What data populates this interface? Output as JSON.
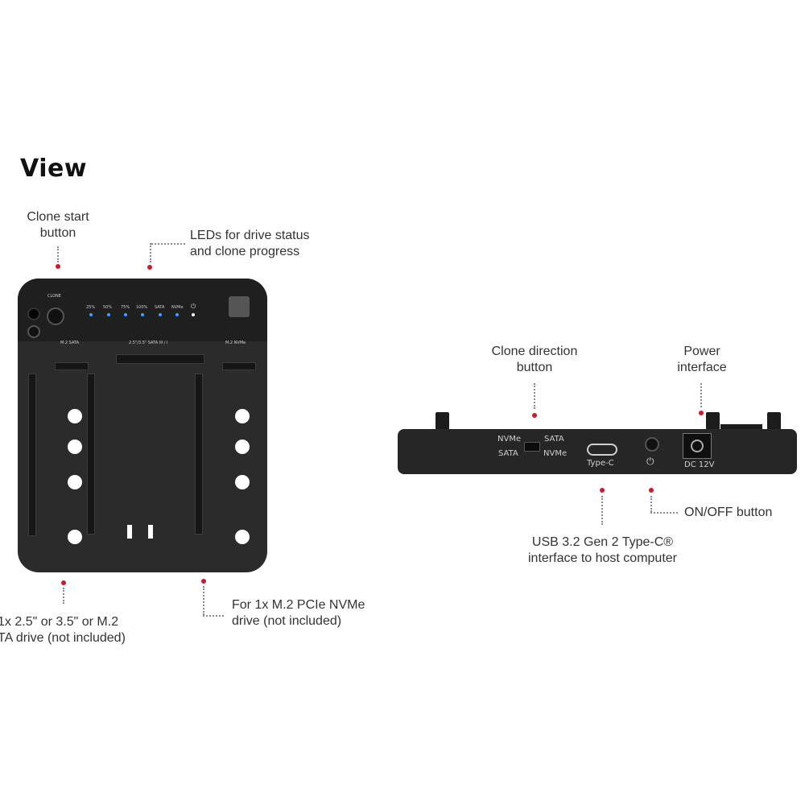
{
  "title": "View",
  "callouts": {
    "clone_start": [
      "Clone start",
      "button"
    ],
    "leds": [
      "LEDs for drive status",
      "and clone progress"
    ],
    "sata_drive": [
      "1x 2.5\" or 3.5\" or M.2",
      "TA drive (not included)"
    ],
    "nvme_drive": [
      "For 1x M.2 PCIe NVMe",
      "drive (not included)"
    ],
    "clone_direction": [
      "Clone direction",
      "button"
    ],
    "power_interface": [
      "Power",
      "interface"
    ],
    "onoff": "ON/OFF button",
    "usb": [
      "USB 3.2 Gen 2 Type-C®",
      "interface to host computer"
    ]
  },
  "device_top": {
    "clone_label": "CLONE",
    "leds": [
      "25%",
      "50%",
      "75%",
      "100%",
      "SATA",
      "NVMe"
    ],
    "slot_labels": [
      "M.2 SATA",
      "2.5\"/3.5\" SATA III / I",
      "M.2 NVMe"
    ]
  },
  "device_side": {
    "switch_left": [
      "NVMe",
      "SATA"
    ],
    "switch_right": [
      "SATA",
      "NVMe"
    ],
    "usb_label": "Type-C",
    "dc_label": "DC 12V"
  },
  "colors": {
    "accent_dot": "#d0182b",
    "device": "#262626",
    "led": "#3aa0ff"
  }
}
